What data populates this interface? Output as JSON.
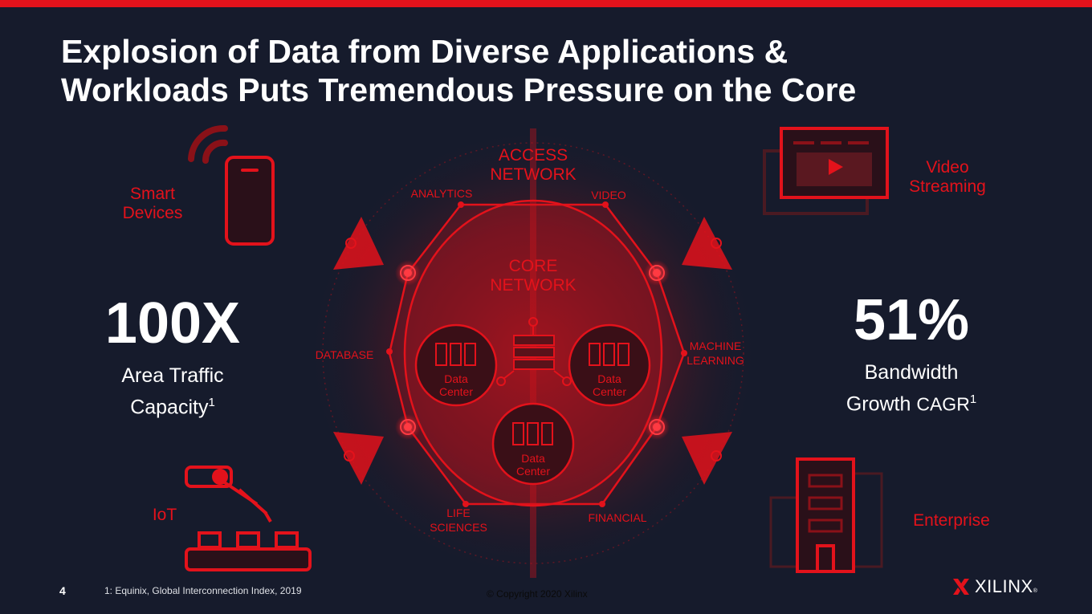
{
  "slide": {
    "title_line1": "Explosion of Data from Diverse Applications &",
    "title_line2": "Workloads Puts Tremendous Pressure on the Core",
    "accent_color": "#e3121b",
    "background_color": "#161b2c",
    "page_number": "4",
    "footnote": "1: Equinix, Global Interconnection Index, 2019",
    "copyright": "© Copyright 2020 Xilinx"
  },
  "left_stat": {
    "value": "100X",
    "line1": "Area Traffic",
    "line2": "Capacity",
    "sup": "1"
  },
  "right_stat": {
    "value": "51%",
    "line1": "Bandwidth",
    "line2_a": "Growth ",
    "line2_b": "CAGR",
    "sup": "1"
  },
  "applications": {
    "smart_devices": {
      "line1": "Smart",
      "line2": "Devices",
      "icon": "smartphone-icon"
    },
    "video_streaming": {
      "line1": "Video",
      "line2": "Streaming",
      "icon": "video-player-icon"
    },
    "iot": {
      "label": "IoT",
      "icon": "robotic-arm-icon"
    },
    "enterprise": {
      "label": "Enterprise",
      "icon": "office-building-icon"
    }
  },
  "diagram": {
    "access_line1": "ACCESS",
    "access_line2": "NETWORK",
    "core_line1": "CORE",
    "core_line2": "NETWORK",
    "segments": {
      "analytics": "ANALYTICS",
      "video": "VIDEO",
      "database": "DATABASE",
      "ml_line1": "MACHINE",
      "ml_line2": "LEARNING",
      "ls_line1": "LIFE",
      "ls_line2": "SCIENCES",
      "financial": "FINANCIAL"
    },
    "data_centers": [
      {
        "line1": "Data",
        "line2": "Center"
      },
      {
        "line1": "Data",
        "line2": "Center"
      },
      {
        "line1": "Data",
        "line2": "Center"
      }
    ]
  },
  "brand": {
    "name": "XILINX",
    "mark": "®"
  }
}
